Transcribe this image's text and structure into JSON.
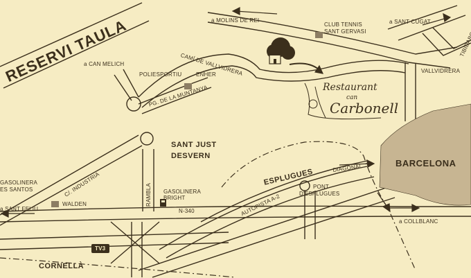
{
  "title": "RESERVI TAULA",
  "restaurant": {
    "line1": "Restaurant",
    "line2": "can",
    "line3": "Carbonell"
  },
  "places": {
    "barcelona": "BARCELONA",
    "sant_just": "SANT JUST",
    "desvern": "DESVERN",
    "esplugues": "ESPLUGUES",
    "cornella": "CORNELLÀ",
    "vallvidrera": "VALLVIDRERA",
    "club_tennis_1": "CLUB TENNIS",
    "club_tennis_2": "SANT GERVASI",
    "poliesportiu": "POLIESPORTIU",
    "enher": "ENHER",
    "walden": "WALDEN",
    "gasolinera_bright_1": "GASOLINERA",
    "gasolinera_bright_2": "BRIGHT",
    "gasolinera_santos_1": "GASOLINERA",
    "gasolinera_santos_2": "ES SANTOS",
    "pont_1": "PONT",
    "pont_2": "D'ESPLUGUES"
  },
  "roads": {
    "cami_vallvidrera": "CAMÍ DE VALLVIDRERA",
    "pg_muntanya": "PG. DE LA MUNTANYA",
    "industria": "C/. INDUSTRIA",
    "rambla": "RAMBLA",
    "n340": "N-340",
    "autopista": "AUTOPISTA A-2",
    "diagonal": "DIAGONAL",
    "tibidabo": "TIBIDABO",
    "tv3": "TV3"
  },
  "directions": {
    "molins": "a MOLINS DE REI",
    "sant_cugat": "a SANT CUGAT",
    "can_melich": "a CAN MELICH",
    "sant_feliu": "a SANT FELIU",
    "collblanc": "a COLLBLANC"
  },
  "colors": {
    "paper": "#f6ecc3",
    "ink": "#3b2f1c",
    "city": "#c7b592"
  }
}
